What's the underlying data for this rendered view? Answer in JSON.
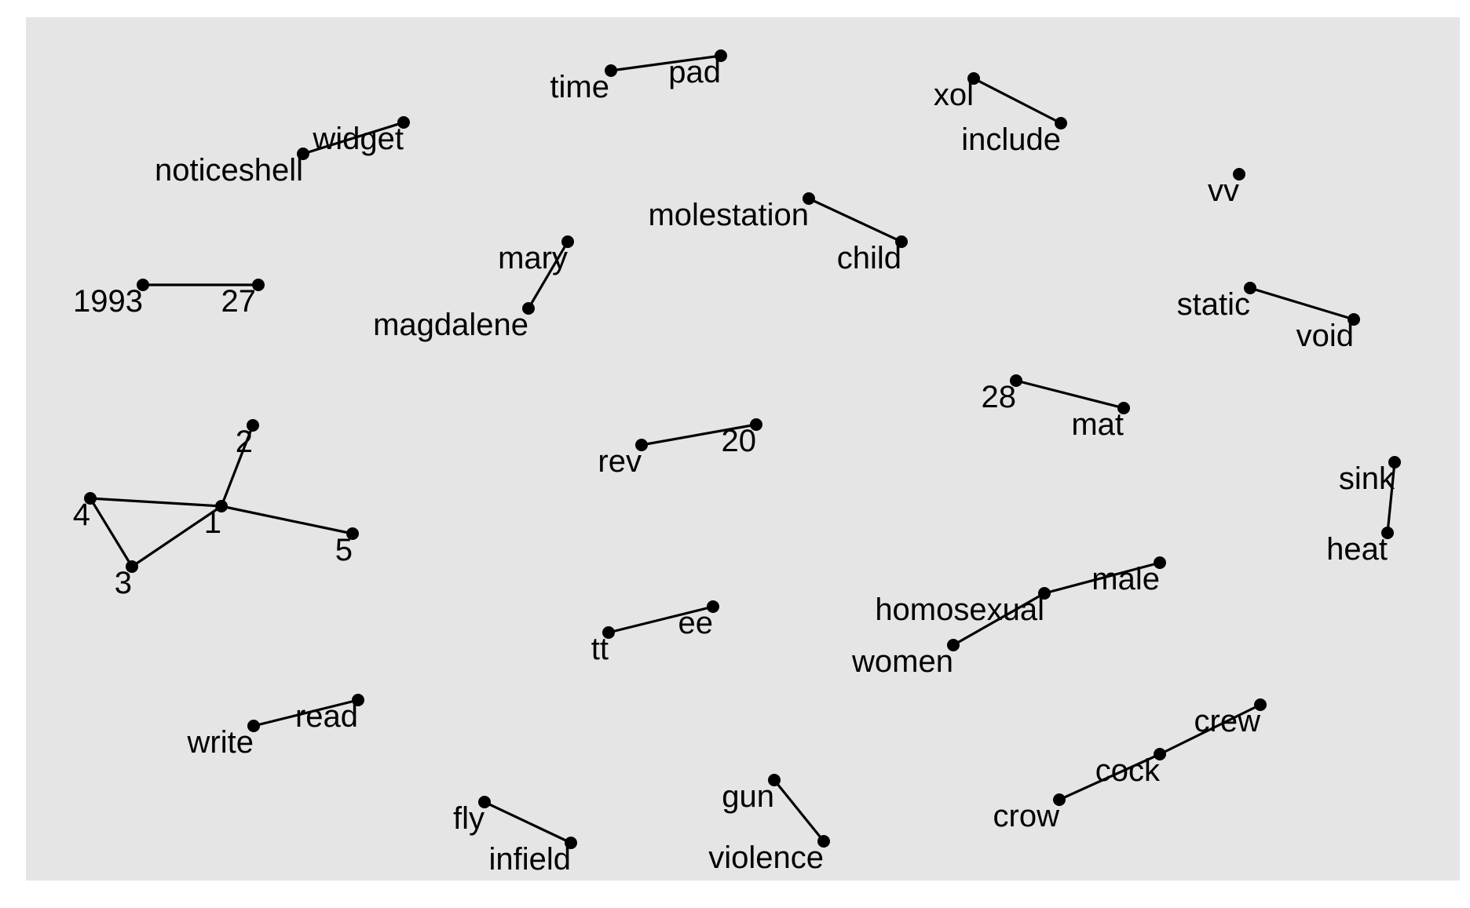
{
  "panel_color": "#e5e5e5",
  "edge_color": "#000000",
  "node_color": "#000000",
  "nodes": [
    {
      "id": "noticeshell",
      "label": "noticeshell"
    },
    {
      "id": "widget",
      "label": "widget"
    },
    {
      "id": "time",
      "label": "time"
    },
    {
      "id": "pad",
      "label": "pad"
    },
    {
      "id": "xol",
      "label": "xol"
    },
    {
      "id": "include",
      "label": "include"
    },
    {
      "id": "vv",
      "label": "vv"
    },
    {
      "id": "molestation",
      "label": "molestation"
    },
    {
      "id": "child",
      "label": "child"
    },
    {
      "id": "mary",
      "label": "mary"
    },
    {
      "id": "magdalene",
      "label": "magdalene"
    },
    {
      "id": "1993",
      "label": "1993"
    },
    {
      "id": "27",
      "label": "27"
    },
    {
      "id": "static",
      "label": "static"
    },
    {
      "id": "void",
      "label": "void"
    },
    {
      "id": "28",
      "label": "28"
    },
    {
      "id": "mat",
      "label": "mat"
    },
    {
      "id": "rev",
      "label": "rev"
    },
    {
      "id": "20",
      "label": "20"
    },
    {
      "id": "2",
      "label": "2"
    },
    {
      "id": "1",
      "label": "1"
    },
    {
      "id": "4",
      "label": "4"
    },
    {
      "id": "3",
      "label": "3"
    },
    {
      "id": "5",
      "label": "5"
    },
    {
      "id": "sink",
      "label": "sink"
    },
    {
      "id": "heat",
      "label": "heat"
    },
    {
      "id": "homosexual",
      "label": "homosexual"
    },
    {
      "id": "male",
      "label": "male"
    },
    {
      "id": "women",
      "label": "women"
    },
    {
      "id": "tt",
      "label": "tt"
    },
    {
      "id": "ee",
      "label": "ee"
    },
    {
      "id": "write",
      "label": "write"
    },
    {
      "id": "read",
      "label": "read"
    },
    {
      "id": "crew",
      "label": "crew"
    },
    {
      "id": "cock",
      "label": "cock"
    },
    {
      "id": "crow",
      "label": "crow"
    },
    {
      "id": "gun",
      "label": "gun"
    },
    {
      "id": "violence",
      "label": "violence"
    },
    {
      "id": "fly",
      "label": "fly"
    },
    {
      "id": "infield",
      "label": "infield"
    }
  ],
  "edges": [
    [
      "noticeshell",
      "widget"
    ],
    [
      "time",
      "pad"
    ],
    [
      "xol",
      "include"
    ],
    [
      "molestation",
      "child"
    ],
    [
      "mary",
      "magdalene"
    ],
    [
      "1993",
      "27"
    ],
    [
      "static",
      "void"
    ],
    [
      "28",
      "mat"
    ],
    [
      "rev",
      "20"
    ],
    [
      "1",
      "2"
    ],
    [
      "1",
      "4"
    ],
    [
      "1",
      "3"
    ],
    [
      "1",
      "5"
    ],
    [
      "4",
      "3"
    ],
    [
      "sink",
      "heat"
    ],
    [
      "women",
      "homosexual"
    ],
    [
      "homosexual",
      "male"
    ],
    [
      "tt",
      "ee"
    ],
    [
      "write",
      "read"
    ],
    [
      "crow",
      "cock"
    ],
    [
      "cock",
      "crew"
    ],
    [
      "gun",
      "violence"
    ],
    [
      "fly",
      "infield"
    ]
  ]
}
